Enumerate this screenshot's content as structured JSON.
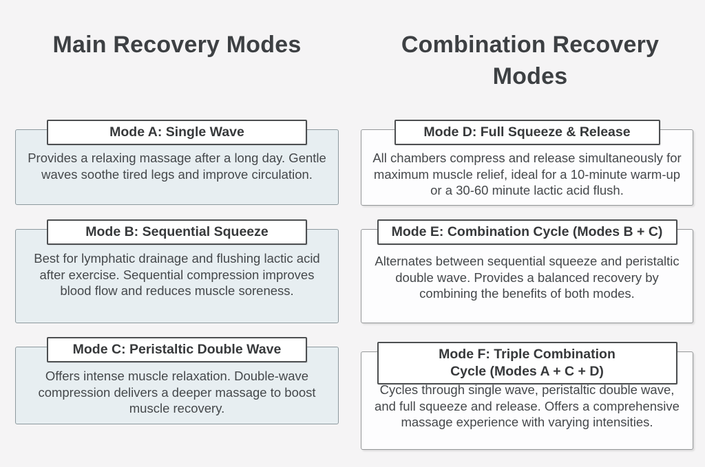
{
  "colors": {
    "page_background": "#f5f4f5",
    "left_card_fill": "#e7eef1",
    "right_card_fill": "#fdfdfe",
    "title_box_border": "#4c4e50",
    "heading_text": "#3d4043",
    "body_text": "#45484b"
  },
  "columns": [
    {
      "header": "Main Recovery Modes",
      "cards": [
        {
          "title": "Mode A: Single Wave",
          "body": "Provides a relaxing massage after a long day. Gentle waves soothe tired legs and improve circulation."
        },
        {
          "title": "Mode B: Sequential Squeeze",
          "body": "Best for lymphatic drainage and flushing lactic acid after exercise. Sequential compression improves blood flow and reduces muscle soreness."
        },
        {
          "title": "Mode C: Peristaltic Double Wave",
          "body": "Offers intense muscle relaxation. Double-wave compression delivers a deeper massage to boost muscle recovery."
        }
      ]
    },
    {
      "header": "Combination Recovery Modes",
      "cards": [
        {
          "title": "Mode D: Full Squeeze & Release",
          "body": "All chambers compress and release simultaneously for maximum muscle relief, ideal for a 10-minute warm-up or a 30-60 minute lactic acid flush."
        },
        {
          "title": "Mode E: Combination Cycle (Modes B + C)",
          "body": "Alternates between sequential squeeze and peristaltic double wave. Provides a balanced recovery by combining the benefits of both modes."
        },
        {
          "title": "Mode F: Triple Combination",
          "title2": "Cycle (Modes A + C + D)",
          "body": "Cycles through single wave, peristaltic double wave, and full squeeze and release. Offers a comprehensive massage experience with varying intensities."
        }
      ]
    }
  ]
}
